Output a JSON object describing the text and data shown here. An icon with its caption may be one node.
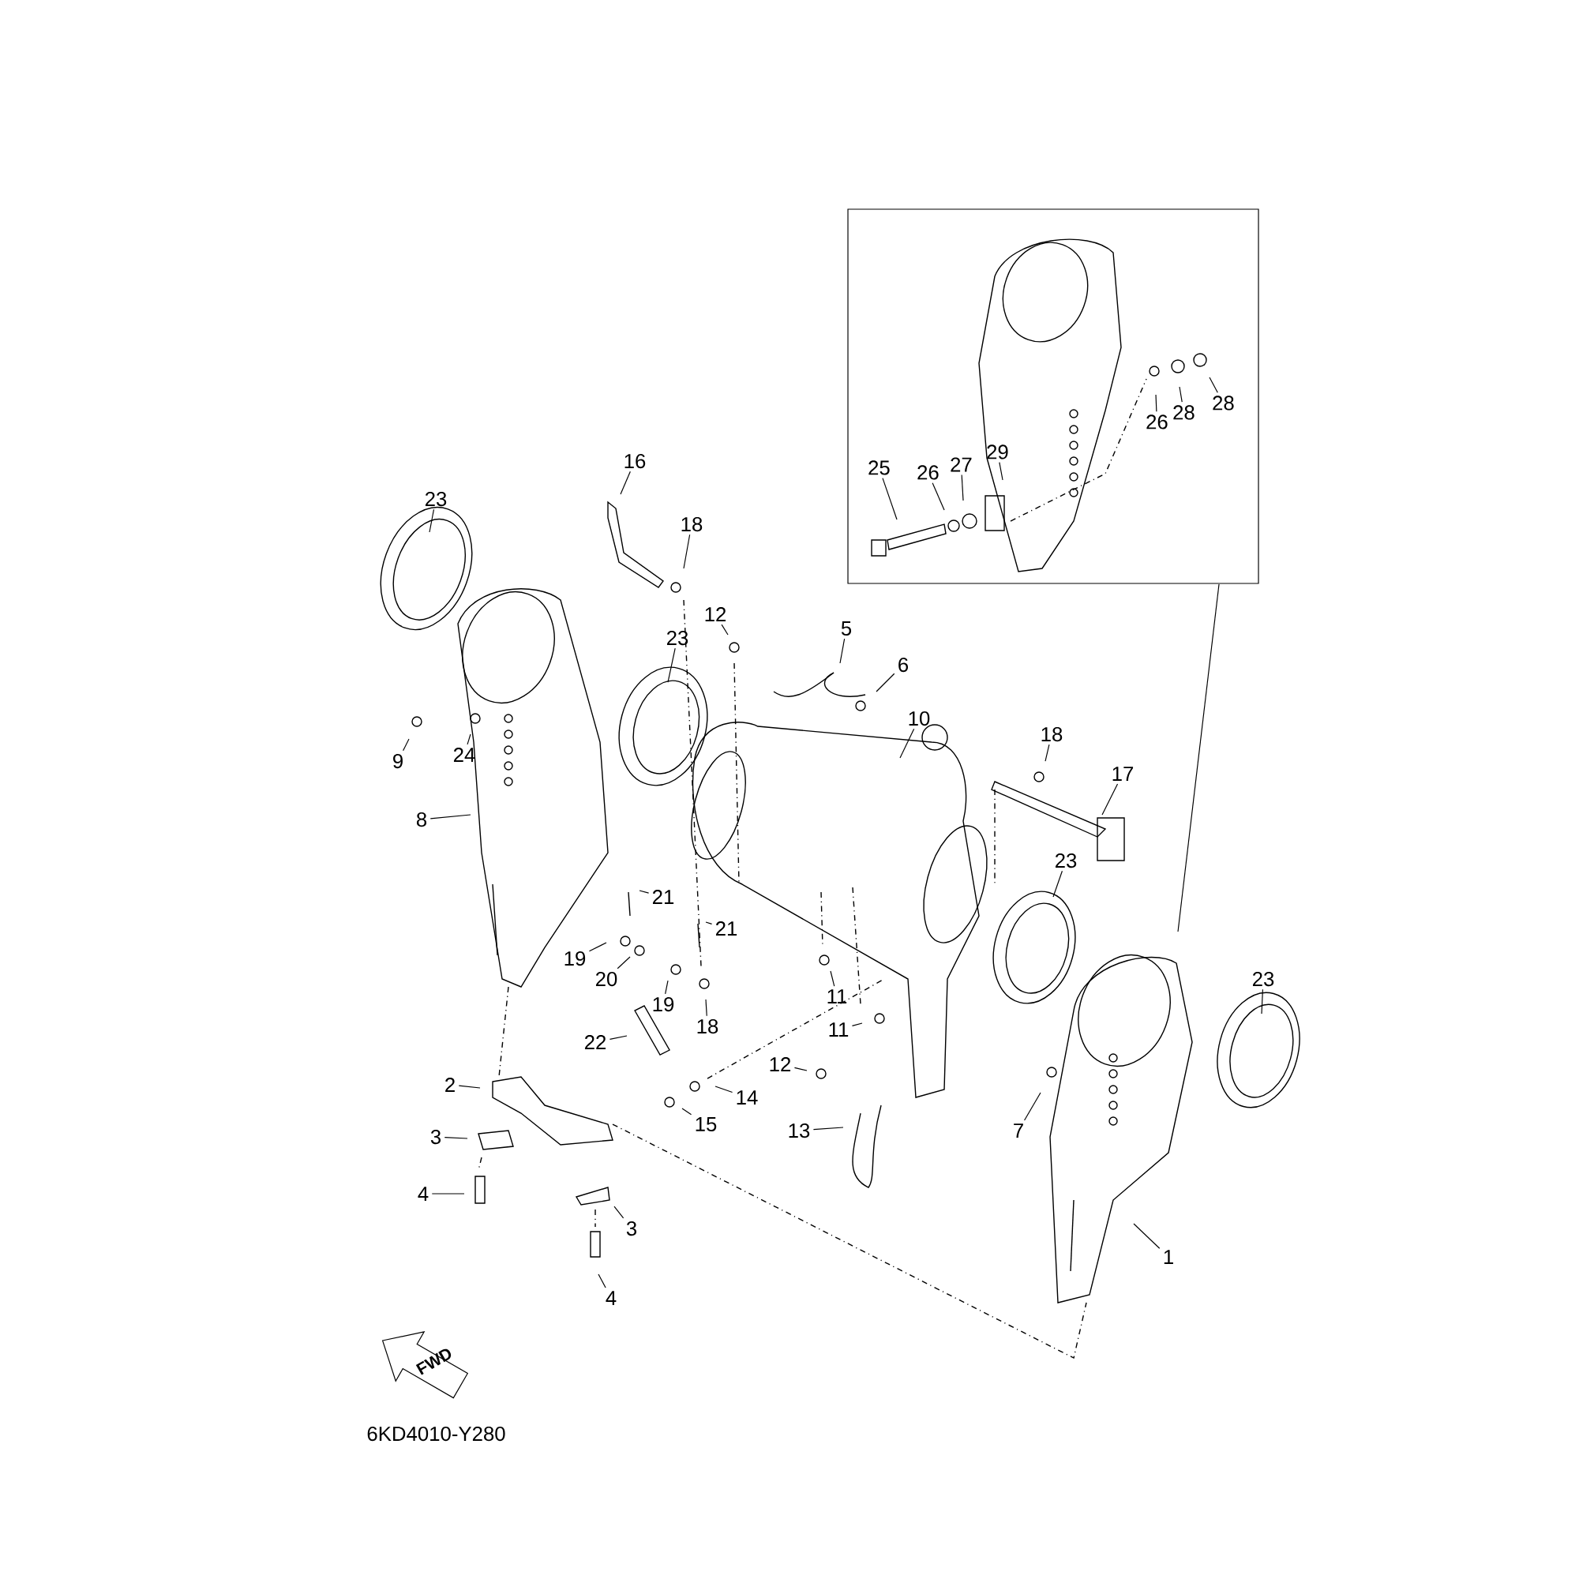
{
  "diagram": {
    "nodes": [
      {
        "text": [],
        "shape": "box"
      },
      {
        "text": [
          "25"
        ],
        "in": 0
      },
      {
        "text": [
          "26"
        ],
        "in": 0
      },
      {
        "text": [
          "27"
        ],
        "in": 0
      },
      {
        "text": [
          "29"
        ],
        "in": 0
      },
      {
        "text": [
          "26"
        ],
        "in": 0
      },
      {
        "text": [
          "28"
        ],
        "in": 0
      },
      {
        "text": [
          "28"
        ],
        "in": 0
      },
      {
        "text": [
          "23"
        ]
      },
      {
        "text": [
          "16"
        ]
      },
      {
        "text": [
          "18"
        ]
      },
      {
        "text": [
          "12"
        ]
      },
      {
        "text": [
          "5"
        ]
      },
      {
        "text": [
          "6"
        ]
      },
      {
        "text": [
          "23"
        ]
      },
      {
        "text": [
          "10"
        ]
      },
      {
        "text": [
          "9"
        ]
      },
      {
        "text": [
          "24"
        ]
      },
      {
        "text": [
          "8"
        ]
      },
      {
        "text": [
          "18"
        ]
      },
      {
        "text": [
          "17"
        ]
      },
      {
        "text": [
          "23"
        ]
      },
      {
        "text": [
          "21"
        ]
      },
      {
        "text": [
          "21"
        ]
      },
      {
        "text": [
          "19"
        ]
      },
      {
        "text": [
          "20"
        ]
      },
      {
        "text": [
          "19"
        ]
      },
      {
        "text": [
          "18"
        ]
      },
      {
        "text": [
          "11"
        ]
      },
      {
        "text": [
          "11"
        ]
      },
      {
        "text": [
          "22"
        ]
      },
      {
        "text": [
          "12"
        ]
      },
      {
        "text": [
          "14"
        ]
      },
      {
        "text": [
          "15"
        ]
      },
      {
        "text": [
          "13"
        ]
      },
      {
        "text": [
          "2"
        ]
      },
      {
        "text": [
          "3"
        ]
      },
      {
        "text": [
          "4"
        ]
      },
      {
        "text": [
          "3"
        ]
      },
      {
        "text": [
          "4"
        ]
      },
      {
        "text": [
          "7"
        ]
      },
      {
        "text": [
          "23"
        ]
      },
      {
        "text": [
          "1"
        ]
      }
    ],
    "edges": [
      {
        "from": 0,
        "to": null,
        "arrow": "none"
      },
      {
        "from": 1,
        "to": null,
        "arrow": "none"
      },
      {
        "from": 2,
        "to": null,
        "arrow": "none"
      },
      {
        "from": 3,
        "to": null,
        "arrow": "none"
      },
      {
        "from": 4,
        "to": null,
        "arrow": "none"
      },
      {
        "from": 5,
        "to": null,
        "arrow": "none"
      },
      {
        "from": 6,
        "to": null,
        "arrow": "none"
      },
      {
        "from": 7,
        "to": null,
        "arrow": "none"
      },
      {
        "from": 8,
        "to": null,
        "arrow": "none"
      },
      {
        "from": 9,
        "to": null,
        "arrow": "none"
      },
      {
        "from": 10,
        "to": null,
        "arrow": "none"
      },
      {
        "from": 11,
        "to": null,
        "arrow": "none"
      },
      {
        "from": 12,
        "to": null,
        "arrow": "none"
      },
      {
        "from": 13,
        "to": null,
        "arrow": "none"
      },
      {
        "from": 14,
        "to": null,
        "arrow": "none"
      },
      {
        "from": 15,
        "to": null,
        "arrow": "none"
      },
      {
        "from": 16,
        "to": null,
        "arrow": "none"
      },
      {
        "from": 17,
        "to": null,
        "arrow": "none"
      },
      {
        "from": 18,
        "to": null,
        "arrow": "none"
      },
      {
        "from": 19,
        "to": null,
        "arrow": "none"
      },
      {
        "from": 20,
        "to": null,
        "arrow": "none"
      },
      {
        "from": 21,
        "to": null,
        "arrow": "none"
      },
      {
        "from": 22,
        "to": null,
        "arrow": "none"
      },
      {
        "from": 23,
        "to": null,
        "arrow": "none"
      },
      {
        "from": 24,
        "to": null,
        "arrow": "none"
      },
      {
        "from": 25,
        "to": null,
        "arrow": "none"
      },
      {
        "from": 26,
        "to": null,
        "arrow": "none"
      },
      {
        "from": 27,
        "to": null,
        "arrow": "none"
      },
      {
        "from": 28,
        "to": null,
        "arrow": "none"
      },
      {
        "from": 29,
        "to": null,
        "arrow": "none"
      },
      {
        "from": 30,
        "to": null,
        "arrow": "none"
      },
      {
        "from": 31,
        "to": null,
        "arrow": "none"
      },
      {
        "from": 32,
        "to": null,
        "arrow": "none"
      },
      {
        "from": 33,
        "to": null,
        "arrow": "none"
      },
      {
        "from": 34,
        "to": null,
        "arrow": "none"
      },
      {
        "from": 35,
        "to": null,
        "arrow": "none"
      },
      {
        "from": 36,
        "to": null,
        "arrow": "none"
      },
      {
        "from": 37,
        "to": null,
        "arrow": "none"
      },
      {
        "from": 38,
        "to": null,
        "arrow": "none"
      },
      {
        "from": 39,
        "to": null,
        "arrow": "none"
      },
      {
        "from": 40,
        "to": null,
        "arrow": "none"
      },
      {
        "from": 41,
        "to": null,
        "arrow": "none"
      },
      {
        "from": 42,
        "to": null,
        "arrow": "none"
      }
    ],
    "labels": [
      "FWD",
      "6KD4010-Y280"
    ]
  }
}
